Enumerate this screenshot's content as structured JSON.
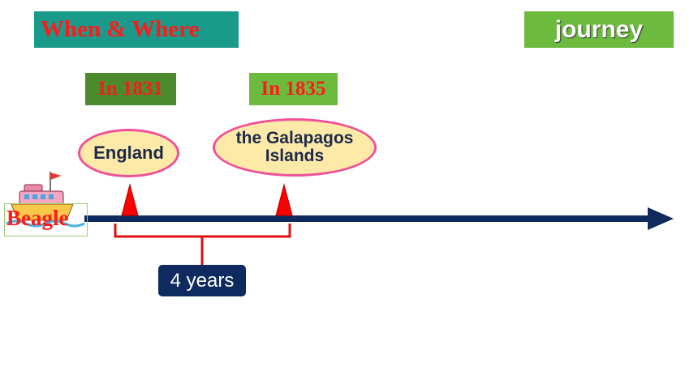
{
  "title": "When  & Where",
  "tag": "journey",
  "events": [
    {
      "year": "In 1831",
      "place": "England"
    },
    {
      "year": "In 1835",
      "place_line1": "the Galapagos",
      "place_line2": "Islands"
    }
  ],
  "ship_label": "Beagle",
  "duration": "4 years",
  "colors": {
    "title_bg": "#1a9a8a",
    "accent_red": "#ff1a1a",
    "green_dark": "#4c8a2e",
    "green_light": "#6dbb3e",
    "ellipse_fill": "#fde9a8",
    "ellipse_border": "#f0509a",
    "timeline": "#0e2a5e"
  }
}
